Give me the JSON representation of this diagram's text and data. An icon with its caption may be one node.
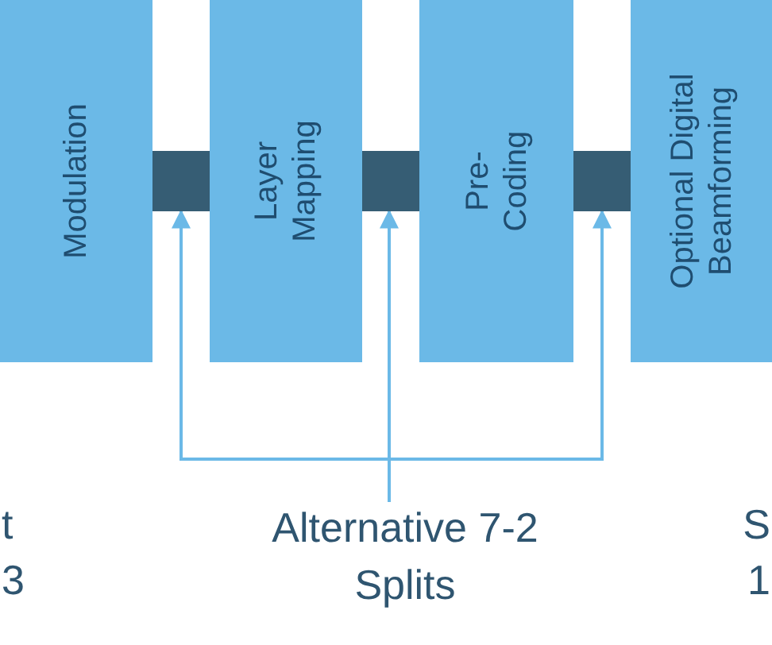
{
  "diagram": {
    "nodes": [
      {
        "text": [
          "Modulation"
        ]
      },
      {
        "text": [],
        "shape": "bar"
      },
      {
        "text": [
          "Layer Mapping"
        ]
      },
      {
        "text": [],
        "shape": "bar"
      },
      {
        "text": [
          "Pre-Coding"
        ]
      },
      {
        "text": [],
        "shape": "bar"
      },
      {
        "text": [
          "Optional Digital Beamforming"
        ]
      },
      {
        "text": [
          "Alternative 7-2 Splits"
        ]
      }
    ],
    "edges": [
      {
        "from": 7,
        "to": 1,
        "arrow": "to"
      },
      {
        "from": 7,
        "to": 3,
        "arrow": "to"
      },
      {
        "from": 7,
        "to": 5,
        "arrow": "to"
      }
    ],
    "labels": [
      "t",
      "S",
      "3",
      "1"
    ]
  }
}
